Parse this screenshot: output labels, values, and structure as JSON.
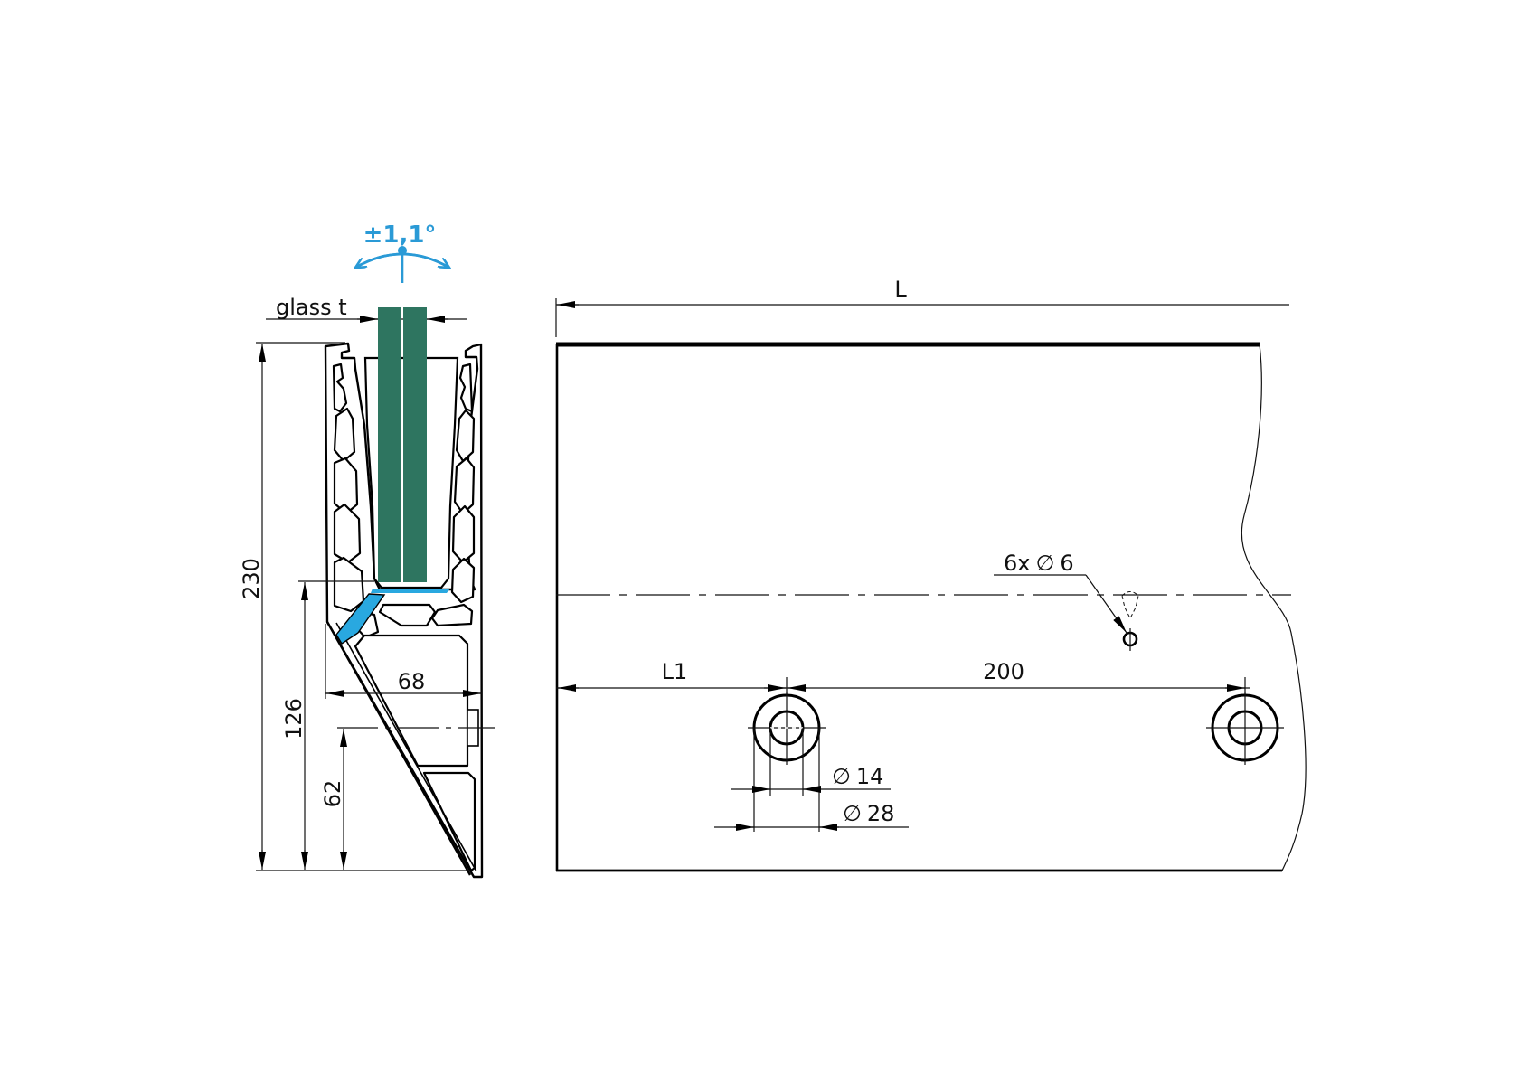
{
  "drawing": {
    "type": "technical-drawing",
    "subject": "glass railing base profile with side elevation",
    "colors": {
      "line": "#000000",
      "glass": "#2e7560",
      "gasket": "#29a8e0",
      "tilt_annotation": "#2a9ad6",
      "background": "#ffffff"
    }
  },
  "section_view": {
    "tilt_label": "±1,1°",
    "glass_label": "glass t",
    "dimensions": {
      "total_height": "230",
      "height_to_glass_seat": "126",
      "height_to_anchor": "62",
      "base_width": "68"
    }
  },
  "side_view": {
    "length_label": "L",
    "first_hole_offset_label": "L1",
    "hole_spacing": "200",
    "drain_holes_label": "6x",
    "drain_hole_diameter": "6",
    "bolt_hole_inner_diameter": "14",
    "bolt_hole_outer_diameter": "28",
    "diameter_symbol": "∅"
  }
}
